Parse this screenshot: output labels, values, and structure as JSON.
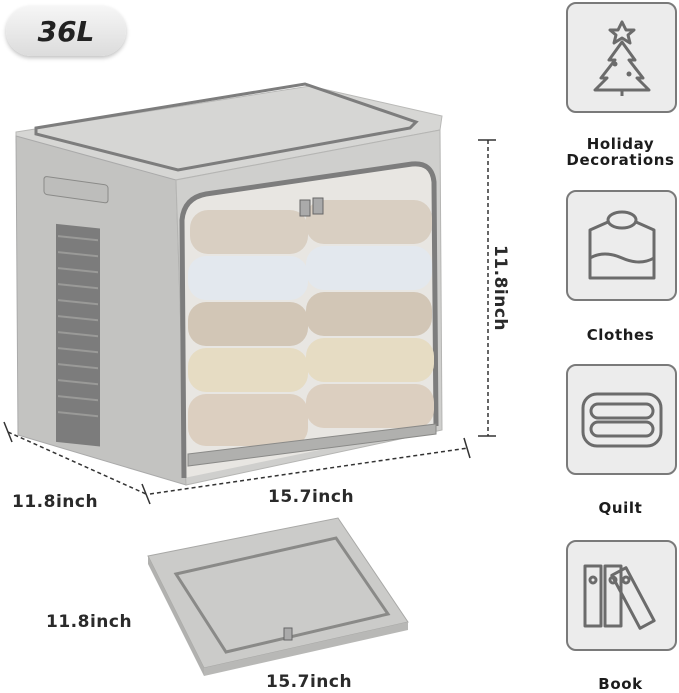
{
  "badge": {
    "capacity": "36L"
  },
  "dimensions": {
    "box_height": "11.8inch",
    "box_depth": "11.8inch",
    "box_width": "15.7inch",
    "folded_depth": "11.8inch",
    "folded_width": "15.7inch"
  },
  "uses": [
    {
      "label": "Holiday Decorations",
      "icon": "christmas-tree-icon"
    },
    {
      "label": "Clothes",
      "icon": "folded-shirt-icon"
    },
    {
      "label": "Quilt",
      "icon": "folded-quilt-icon"
    },
    {
      "label": "Book",
      "icon": "books-icon"
    }
  ],
  "colors": {
    "fabric": "#c9c9c7",
    "trim": "#7d7d7d",
    "icon_bg": "#ececec"
  }
}
